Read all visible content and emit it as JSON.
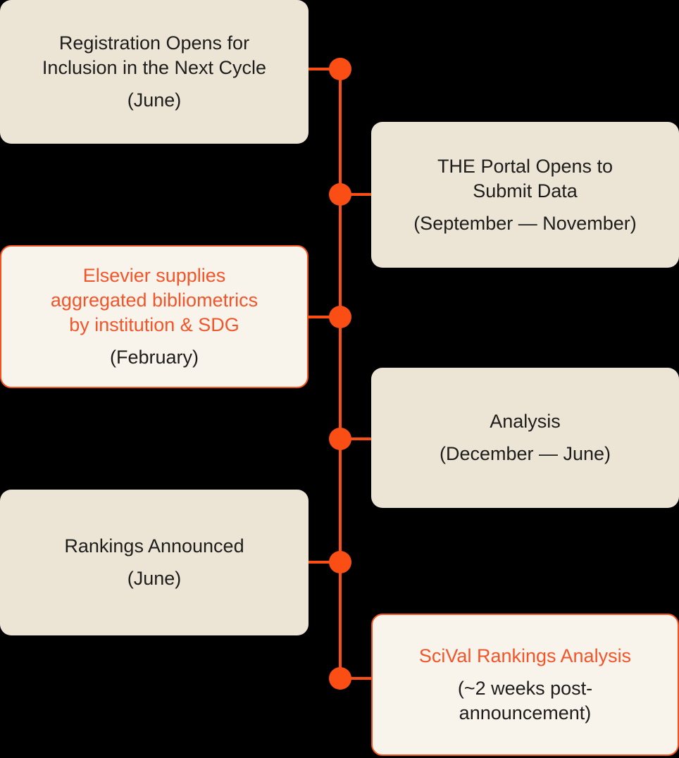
{
  "colors": {
    "background": "#000000",
    "accent_orange": "#FA4E15",
    "highlight_border_orange": "#F3541F",
    "highlight_title_orange": "#F2552A",
    "card_beige": "#ECE5D6",
    "card_cream": "#F8F3EB",
    "text_dark": "#1D1D1B"
  },
  "timeline": {
    "items": [
      {
        "side": "left",
        "variant": "default",
        "title_lines": [
          "Registration Opens for",
          "Inclusion in the Next Cycle"
        ],
        "date": "(June)"
      },
      {
        "side": "right",
        "variant": "default",
        "title_lines": [
          "THE Portal Opens to",
          "Submit Data"
        ],
        "date": "(September — November)"
      },
      {
        "side": "left",
        "variant": "highlight",
        "title_lines": [
          "Elsevier supplies",
          "aggregated bibliometrics",
          "by institution & SDG"
        ],
        "date": "(February)"
      },
      {
        "side": "right",
        "variant": "default",
        "title_lines": [
          "Analysis"
        ],
        "date": "(December — June)"
      },
      {
        "side": "left",
        "variant": "default",
        "title_lines": [
          "Rankings Announced"
        ],
        "date": "(June)"
      },
      {
        "side": "right",
        "variant": "highlight",
        "title_lines": [
          "SciVal Rankings Analysis"
        ],
        "date": "(~2 weeks post-announcement)"
      }
    ]
  }
}
